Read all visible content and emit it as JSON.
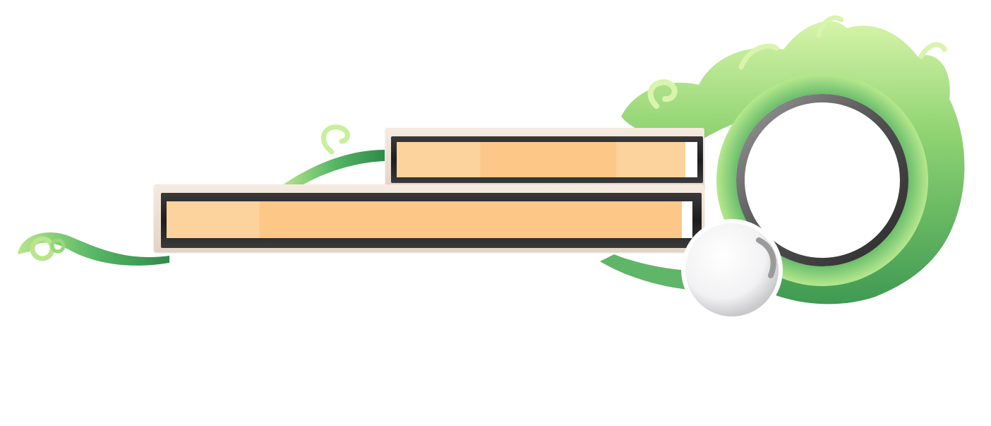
{
  "hud": {
    "portrait_slot": "empty",
    "level_orb": "empty",
    "bars": [
      {
        "id": "upper-bar",
        "fill_fraction": 0.96
      },
      {
        "id": "lower-bar",
        "fill_fraction": 0.98
      }
    ]
  },
  "colors": {
    "vine_dark": "#3f9a52",
    "vine_mid": "#7cc96a",
    "vine_light": "#c9ef9a",
    "bar_fill": "#fdc887",
    "bar_fill_light": "#fdd39d",
    "frame": "#1f1f1f",
    "frame_rim": "#efe3d6"
  }
}
